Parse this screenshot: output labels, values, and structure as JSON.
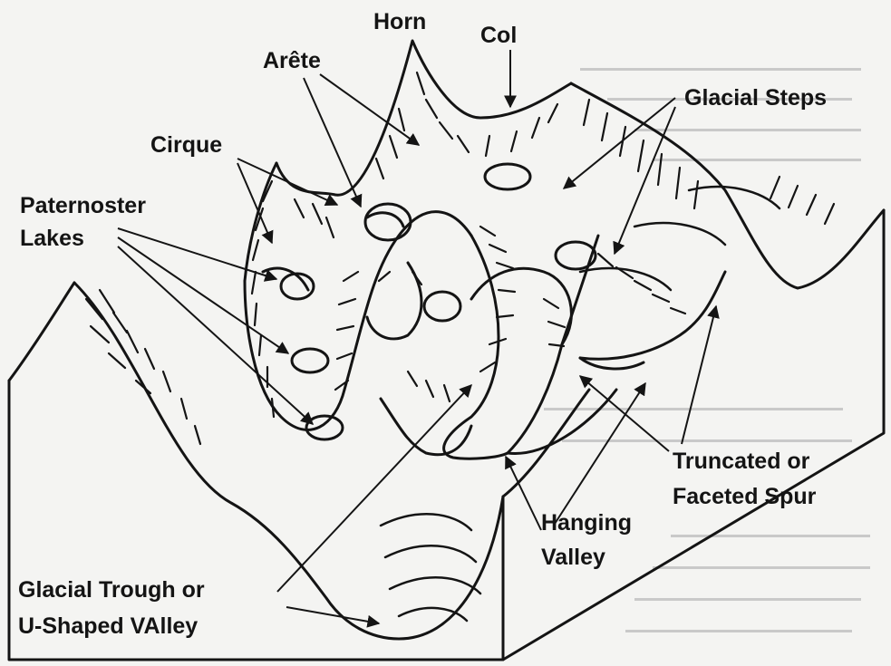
{
  "labels": {
    "horn": "Horn",
    "col": "Col",
    "arete": "Arête",
    "glacial_steps": "Glacial Steps",
    "cirque": "Cirque",
    "paternoster_lakes": [
      "Paternoster",
      "Lakes"
    ],
    "truncated_spur": [
      "Truncated or",
      "Faceted Spur"
    ],
    "hanging_valley": [
      "Hanging",
      "Valley"
    ],
    "glacial_trough": [
      "Glacial Trough or",
      "U-Shaped VAlley"
    ]
  },
  "colors": {
    "ink": "#141414",
    "paper": "#f4f4f2",
    "bleed": "#c9c9c9"
  }
}
